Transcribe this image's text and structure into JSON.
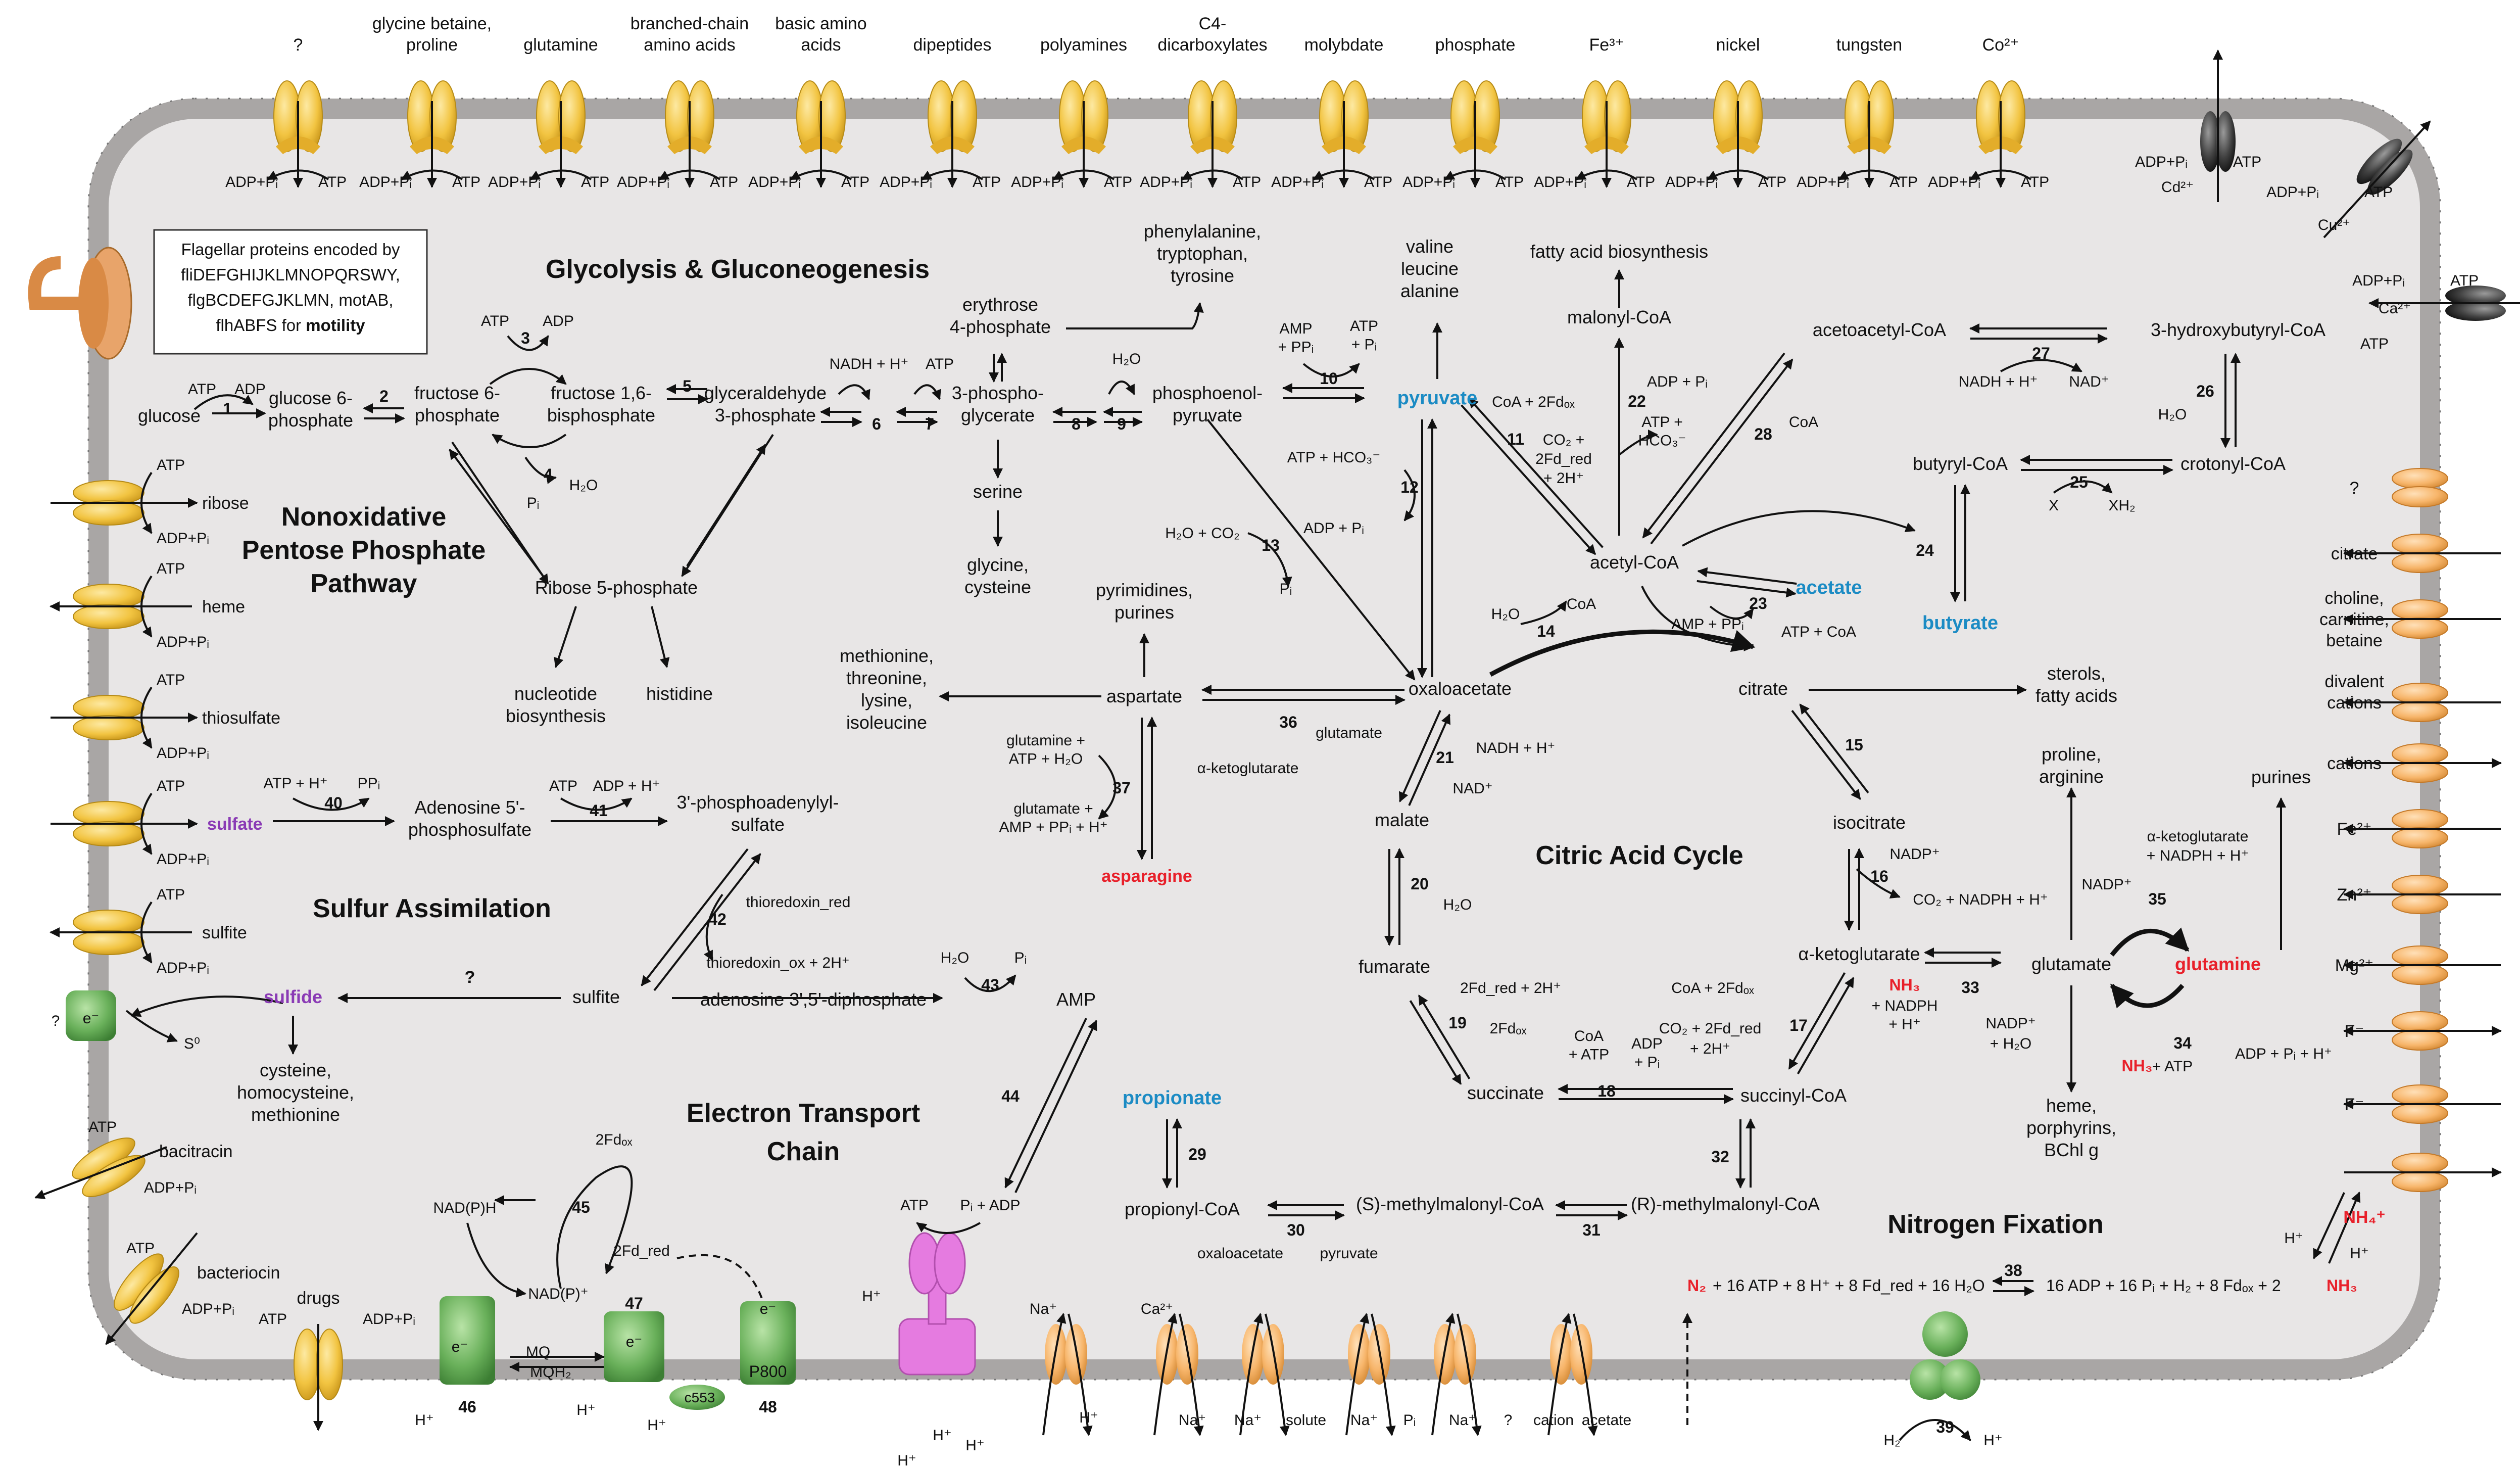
{
  "top_transporters": [
    {
      "name": "?"
    },
    {
      "name": "glycine betaine,\nproline"
    },
    {
      "name": "glutamine"
    },
    {
      "name": "branched-chain\namino acids"
    },
    {
      "name": "basic amino\nacids"
    },
    {
      "name": "dipeptides"
    },
    {
      "name": "polyamines"
    },
    {
      "name": "C4-\ndicarboxylates"
    },
    {
      "name": "molybdate"
    },
    {
      "name": "phosphate"
    },
    {
      "name": "Fe³⁺"
    },
    {
      "name": "nickel"
    },
    {
      "name": "tungsten"
    },
    {
      "name": "Co²⁺"
    }
  ],
  "atp_pair": {
    "adp": "ADP+Pᵢ",
    "atp": "ATP"
  },
  "right_top_transporters": [
    {
      "name": "Cd²⁺",
      "adp": "ADP+Pᵢ",
      "atp": "ATP"
    },
    {
      "name": "Cu²⁺",
      "adp": "ADP+Pᵢ",
      "atp": "ATP"
    },
    {
      "name": "Ca²⁺",
      "adp": "ADP+Pᵢ",
      "atp": "ATP"
    }
  ],
  "right_transporters": [
    "?",
    "citrate",
    "choline,\ncarnitine,\nbetaine",
    "divalent\ncations",
    "cations",
    "Fe²⁺",
    "Zn²⁺",
    "Mg²⁺",
    "F⁻",
    "F⁻",
    "NH₄⁺"
  ],
  "left_transporters": [
    "ribose",
    "heme",
    "thiosulfate",
    "sulfate",
    "sulfite",
    "bacitracin",
    "bacteriocin"
  ],
  "flagellar_box": {
    "lines": [
      "Flagellar proteins encoded by",
      "fliDEFGHIJKLMNOPQRSWY,",
      "flgBCDEFGJKLMN, motAB,",
      "flhABFS for motility"
    ]
  },
  "section_titles": {
    "glycolysis": "Glycolysis & Gluconeogenesis",
    "ppp": "Nonoxidative\nPentose Phosphate\nPathway",
    "sulfur": "Sulfur Assimilation",
    "etc": "Electron Transport\nChain",
    "tca": "Citric Acid Cycle",
    "nitrogen": "Nitrogen Fixation"
  },
  "metabolites": {
    "glucose": "glucose",
    "g6p": "glucose 6-\nphosphate",
    "f6p": "fructose 6-\nphosphate",
    "fbp": "fructose 1,6-\nbisphosphate",
    "gap": "glyceraldehyde\n3-phosphate",
    "pg3": "3-phospho-\nglycerate",
    "e4p": "erythrose\n4-phosphate",
    "pep": "phosphoenol-\npyruvate",
    "aromatic": "phenylalanine,\ntryptophan,\ntyrosine",
    "pyruvate": "pyruvate",
    "val": "valine\nleucine\nalanine",
    "fa": "fatty acid biosynthesis",
    "malonyl": "malonyl-CoA",
    "acetoacetyl": "acetoacetyl-CoA",
    "hb": "3-hydroxybutyryl-CoA",
    "crotonyl": "crotonyl-CoA",
    "butyryl": "butyryl-CoA",
    "butyrate": "butyrate",
    "acetate": "acetate",
    "acetylcoa": "acetyl-CoA",
    "citrate": "citrate",
    "sterols": "sterols,\nfatty acids",
    "isocitrate": "isocitrate",
    "akg": "α-ketoglutarate",
    "glutamate": "glutamate",
    "glutamine": "glutamine",
    "proline": "proline,\narginine",
    "purines": "purines",
    "heme": "heme,\nporphyrins,\nBChl g",
    "succinylcoa": "succinyl-CoA",
    "succinate": "succinate",
    "fumarate": "fumarate",
    "malate": "malate",
    "oxaloacetate": "oxaloacetate",
    "aspartate": "aspartate",
    "asparagine": "asparagine",
    "pyrimidines": "pyrimidines,\npurines",
    "met": "methionine,\nthreonine,\nlysine,\nisoleucine",
    "serine": "serine",
    "gly": "glycine,\ncysteine",
    "r5p": "Ribose 5-phosphate",
    "nucleotide": "nucleotide\nbiosynthesis",
    "histidine": "histidine",
    "sulfate": "sulfate",
    "aps": "Adenosine 5'-\nphosphosulfate",
    "paps": "3'-phosphoadenylyl-\nsulfate",
    "sulfite": "sulfite",
    "sulfide": "sulfide",
    "cys": "cysteine,\nhomocysteine,\nmethionine",
    "pap": "adenosine 3',5'-diphosphate",
    "amp": "AMP",
    "propionate": "propionate",
    "propcoa": "propionyl-CoA",
    "smm": "(S)-methylmalonyl-CoA",
    "rmm": "(R)-methylmalonyl-CoA"
  },
  "cofactors": {
    "atp": "ATP",
    "adp": "ADP",
    "h2o": "H₂O",
    "pi": "Pᵢ",
    "nadh_h": "NADH + H⁺",
    "amp_ppi": "AMP\n+ PPᵢ",
    "atp_pi": "ATP\n+ Pᵢ",
    "coa_fd": "CoA + 2Fdₒₓ",
    "co2_fd": "CO₂ +\n2Fd_red\n+ 2H⁺",
    "adp_pi": "ADP + Pᵢ",
    "atp_hco3": "ATP +\nHCO₃⁻",
    "coa": "CoA",
    "atp_hco3_12": "ATP + HCO₃⁻",
    "adp_pi_12": "ADP + Pᵢ",
    "h2o_co2": "H₂O + CO₂",
    "nadh_27": "NADH + H⁺",
    "nad_27": "NAD⁺",
    "x": "X",
    "xh2": "XH₂",
    "amp_ppi23": "AMP + PPᵢ",
    "atp_coa23": "ATP + CoA",
    "h2o14": "H₂O",
    "coa14": "CoA",
    "nadh21": "NADH + H⁺",
    "nad21": "NAD⁺",
    "h2o20": "H₂O",
    "fd19a": "2Fd_red + 2H⁺",
    "fd19b": "2Fdₒₓ",
    "coa_atp18": "CoA\n+ ATP",
    "adp_pi18": "ADP\n+ Pᵢ",
    "coa17": "CoA + 2Fdₒₓ",
    "co2_17": "CO₂ + 2Fd_red\n+ 2H⁺",
    "nadp16": "NADP⁺",
    "co2_16": "CO₂ + NADPH + H⁺",
    "akg_nadph": "α-ketoglutarate\n+ NADPH + H⁺",
    "nadp35": "NADP⁺",
    "nh3_33": "NH₃",
    "nadph33": "+ NADPH\n+ H⁺",
    "nadp33": "NADP⁺\n+ H₂O",
    "nh3_34": "NH₃",
    "atp34": "+ ATP",
    "adp34": "ADP + Pᵢ + H⁺",
    "glutamine37a": "glutamine +\nATP + H₂O",
    "glutamate37b": "glutamate +\nAMP + PPᵢ + H⁺",
    "glutamate36": "glutamate",
    "akg36": "α-ketoglutarate",
    "atp_h40": "ATP + H⁺",
    "ppi40": "PPᵢ",
    "atp41": "ATP",
    "adp41": "ADP + H⁺",
    "trx_red": "thioredoxin_red",
    "trx_ox": "thioredoxin_ox + 2H⁺",
    "h2o43": "H₂O",
    "pi43": "Pᵢ",
    "q": "?",
    "s0": "S⁰",
    "oaa30": "oxaloacetate",
    "pyr30": "pyruvate",
    "nadph45": "NAD(P)H",
    "nadp45": "NAD(P)⁺",
    "fdox45": "2Fdₒₓ",
    "fdred45": "2Fd_red",
    "mq": "MQ",
    "mqh2": "MQH₂",
    "c553": "c553",
    "p800": "P800",
    "atp44": "ATP",
    "pi_adp44": "Pᵢ + ADP",
    "n2": "N₂",
    "nfix": "+ 16 ATP + 8 H⁺ + 8 Fd_red + 16 H₂O",
    "nfix_prod": "16 ADP + 16 Pᵢ + H₂ + 8 Fdₒₓ + 2",
    "nh3": "NH₃",
    "h2_39": "H₂",
    "h_39": "H⁺",
    "drugs": "drugs"
  },
  "bottom_ions": [
    "Na⁺",
    "H⁺",
    "Ca²⁺",
    "Na⁺",
    "Na⁺",
    "solute",
    "Na⁺",
    "Pᵢ",
    "Na⁺",
    "?",
    "cation",
    "acetate"
  ],
  "step_numbers": [
    "1",
    "2",
    "3",
    "4",
    "5",
    "6",
    "7",
    "8",
    "9",
    "10",
    "11",
    "12",
    "13",
    "14",
    "15",
    "16",
    "17",
    "18",
    "19",
    "20",
    "21",
    "22",
    "23",
    "24",
    "25",
    "26",
    "27",
    "28",
    "29",
    "30",
    "31",
    "32",
    "33",
    "34",
    "35",
    "36",
    "37",
    "38",
    "39",
    "40",
    "41",
    "42",
    "43",
    "44",
    "45",
    "46",
    "47",
    "48"
  ],
  "colors": {
    "membrane": "#a9a6a5",
    "cytoplasm": "#e8e6e6",
    "abc": "#f2c441",
    "antiporter": "#f7b56a",
    "etc": "#69b05a",
    "atpase": "#e57be0",
    "blue": "#1b8bc4",
    "red": "#e8202a",
    "purple": "#8a3bb5"
  }
}
